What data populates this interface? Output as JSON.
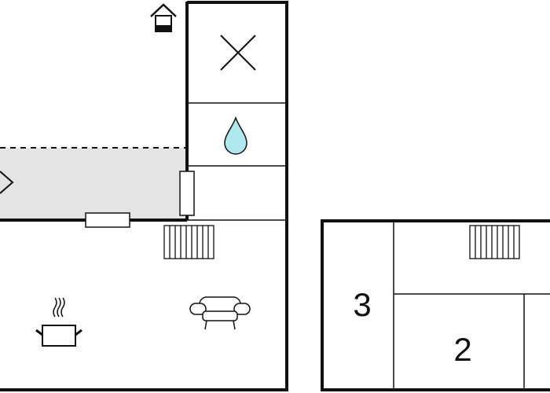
{
  "rooms": [
    {
      "name": "room-3",
      "label": "3"
    },
    {
      "name": "room-2",
      "label": "2"
    }
  ],
  "icons": {
    "entrance": "entrance-house-icon",
    "toilet": "toilet-cross-icon",
    "shower": "shower-droplet-icon",
    "kitchen": "cooking-pot-icon",
    "living": "sofa-icon",
    "heater_left": "radiator-icon",
    "heater_right": "radiator-icon",
    "terrace_arrow": "terrace-arrow-icon"
  },
  "colors": {
    "wall": "#111111",
    "terrace_fill": "#e4e4e4",
    "water": "#aee8ee",
    "background": "#ffffff"
  }
}
